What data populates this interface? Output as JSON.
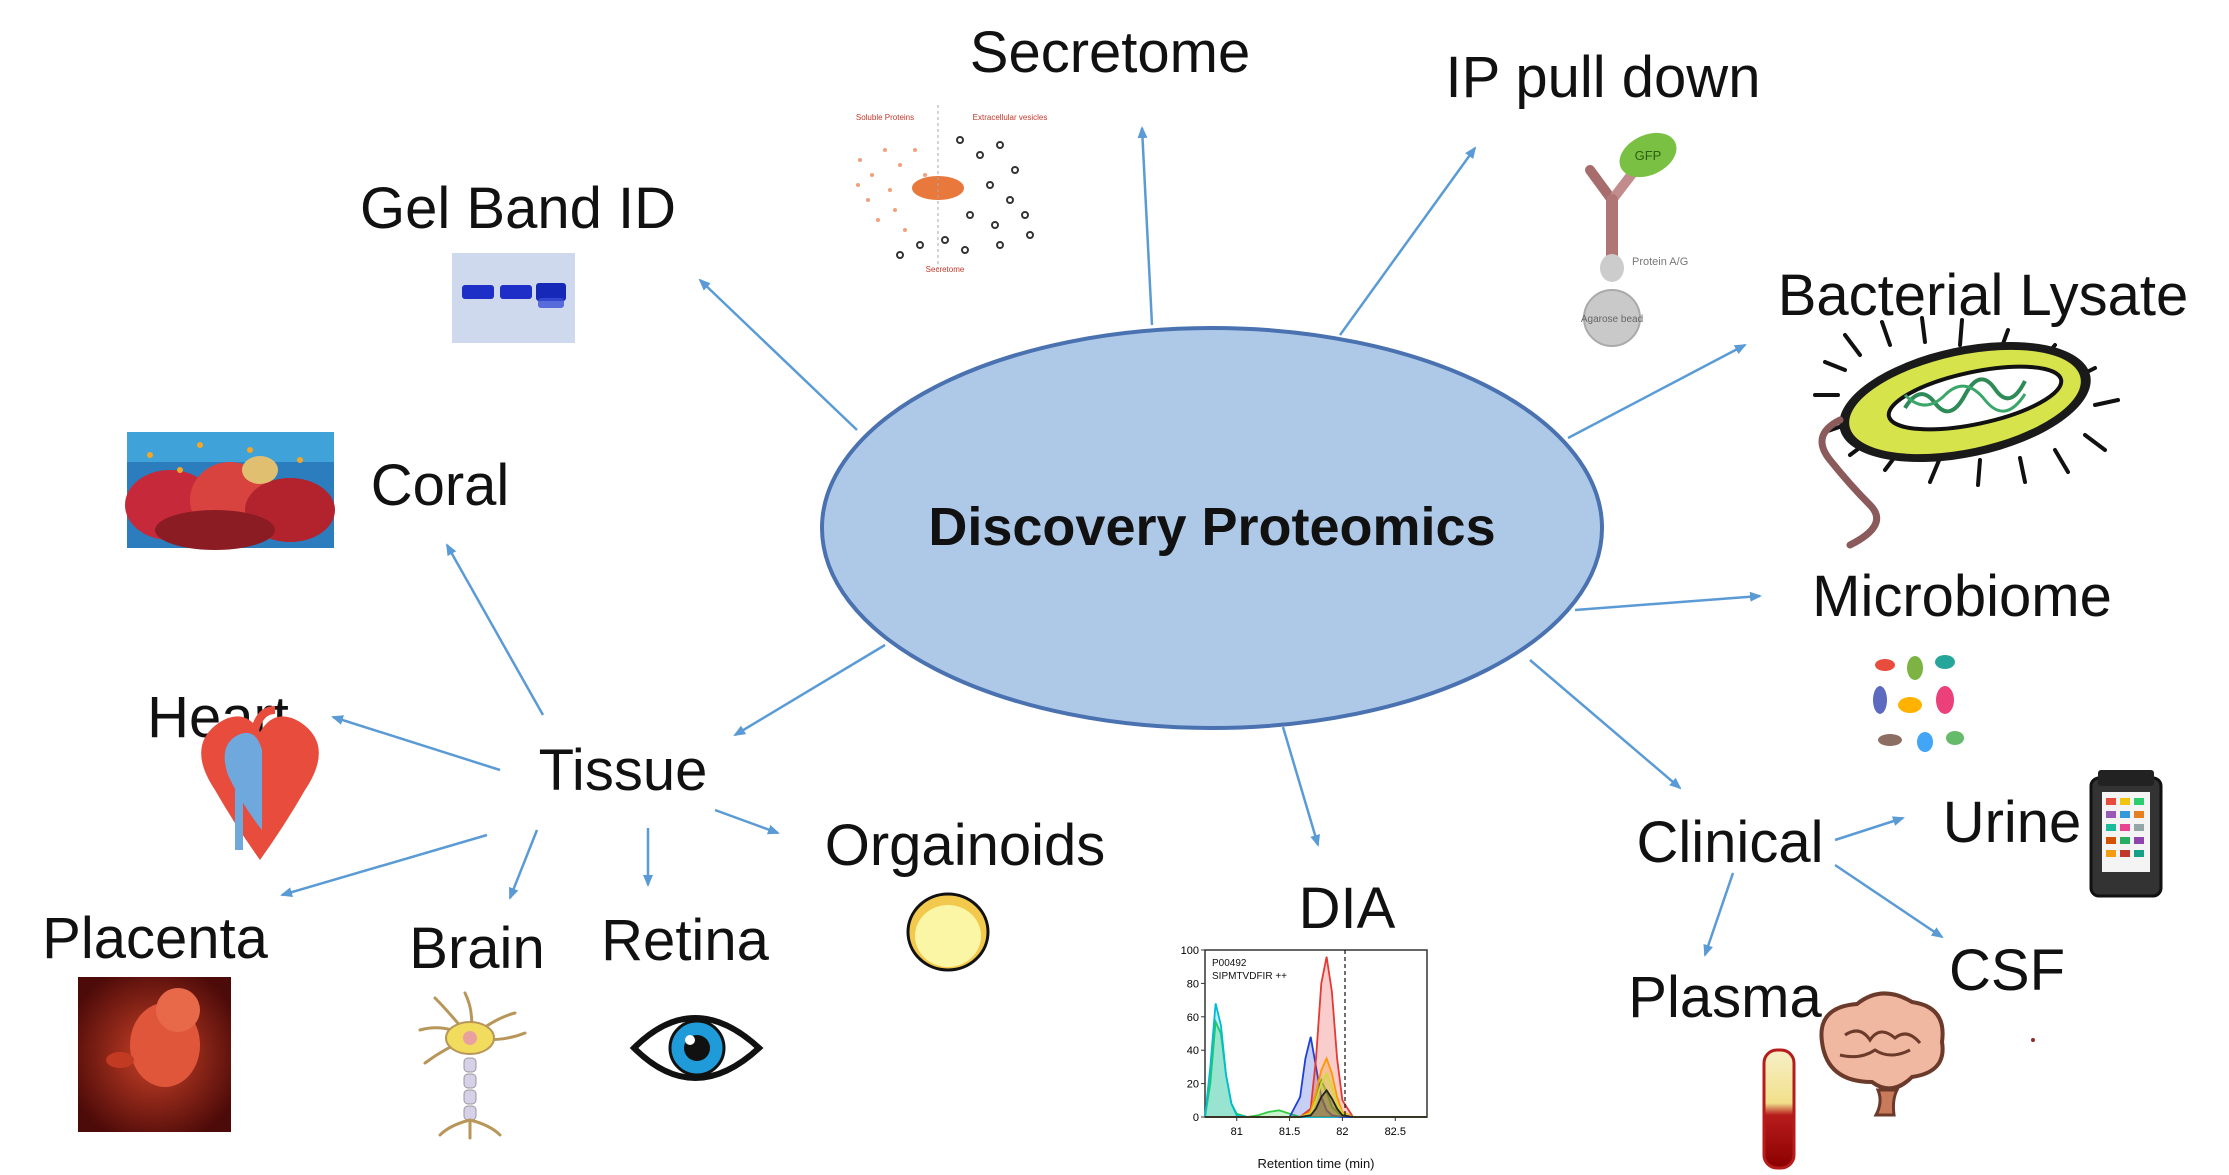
{
  "center": {
    "label": "Discovery Proteomics"
  },
  "nodes": {
    "secretome": "Secretome",
    "ip_pull_down": "IP pull down",
    "gel_band_id": "Gel Band ID",
    "bacterial_lysate": "Bacterial Lysate",
    "coral": "Coral",
    "microbiome": "Microbiome",
    "heart": "Heart",
    "tissue": "Tissue",
    "urine": "Urine",
    "clinical": "Clinical",
    "orgainoids": "Orgainoids",
    "dia": "DIA",
    "placenta": "Placenta",
    "brain": "Brain",
    "retina": "Retina",
    "csf": "CSF",
    "plasma": "Plasma"
  },
  "secretome_figure": {
    "left_title": "Soluble Proteins",
    "right_title": "Extracellular vesicles",
    "bottom_title": "Secretome"
  },
  "ip_figure": {
    "tag": "GFP",
    "protein_label": "Protein A/G",
    "bead_label": "Agarose bead"
  },
  "dia_chart": {
    "peptide_id": "P00492",
    "peptide_seq": "SIPMTVDFIR ++",
    "xlabel": "Retention time (min)",
    "x_ticks": [
      "81",
      "81.5",
      "82",
      "82.5"
    ],
    "y_ticks": [
      "0",
      "20",
      "40",
      "60",
      "80",
      "100"
    ]
  },
  "colors": {
    "ellipse_fill": "#aec9e8",
    "ellipse_stroke": "#4a72b0",
    "arrow": "#5b9bd5"
  },
  "chart_data": {
    "type": "area",
    "title": "P00492 SIPMTVDFIR ++",
    "xlabel": "Retention time (min)",
    "ylabel": "",
    "xlim": [
      80.7,
      82.8
    ],
    "ylim": [
      0,
      100
    ],
    "series": [
      {
        "color": "#2ecc40",
        "x": [
          80.7,
          80.75,
          80.8,
          80.85,
          80.9,
          80.95,
          81.0,
          81.1,
          81.2,
          81.3,
          81.4,
          81.5,
          81.6,
          81.7,
          81.75,
          81.8,
          81.85,
          81.9,
          82.0,
          82.5,
          82.8
        ],
        "y": [
          0,
          20,
          57,
          50,
          25,
          8,
          2,
          0,
          1,
          3,
          4,
          2,
          0,
          5,
          12,
          22,
          15,
          6,
          0,
          0,
          0
        ]
      },
      {
        "color": "#00bcd4",
        "x": [
          80.7,
          80.75,
          80.8,
          80.85,
          80.9,
          80.95,
          81.0,
          81.1,
          81.5,
          81.8,
          82.0,
          82.8
        ],
        "y": [
          0,
          30,
          68,
          55,
          25,
          8,
          1,
          0,
          0,
          0,
          0,
          0
        ]
      },
      {
        "color": "#1f3fd9",
        "x": [
          80.7,
          81.5,
          81.6,
          81.65,
          81.7,
          81.75,
          81.8,
          81.85,
          81.9,
          82.0,
          82.8
        ],
        "y": [
          0,
          0,
          12,
          35,
          48,
          30,
          12,
          4,
          1,
          0,
          0
        ]
      },
      {
        "color": "#e53935",
        "x": [
          80.7,
          81.6,
          81.7,
          81.75,
          81.8,
          81.85,
          81.9,
          81.95,
          82.0,
          82.1,
          82.8
        ],
        "y": [
          0,
          0,
          5,
          35,
          80,
          96,
          75,
          35,
          10,
          0,
          0
        ]
      },
      {
        "color": "#ff9800",
        "x": [
          80.7,
          81.6,
          81.7,
          81.75,
          81.8,
          81.85,
          81.9,
          81.95,
          82.0,
          82.1,
          82.8
        ],
        "y": [
          0,
          0,
          3,
          15,
          28,
          35,
          26,
          12,
          3,
          0,
          0
        ]
      },
      {
        "color": "#cddc39",
        "x": [
          80.7,
          81.6,
          81.7,
          81.75,
          81.8,
          81.85,
          81.9,
          81.95,
          82.0,
          82.1,
          82.8
        ],
        "y": [
          0,
          0,
          2,
          10,
          20,
          26,
          18,
          8,
          2,
          0,
          0
        ]
      },
      {
        "color": "#222222",
        "x": [
          80.7,
          81.6,
          81.7,
          81.75,
          81.8,
          81.85,
          81.9,
          81.95,
          82.0,
          82.1,
          82.8
        ],
        "y": [
          0,
          0,
          1,
          5,
          12,
          16,
          11,
          5,
          1,
          0,
          0
        ]
      }
    ]
  }
}
